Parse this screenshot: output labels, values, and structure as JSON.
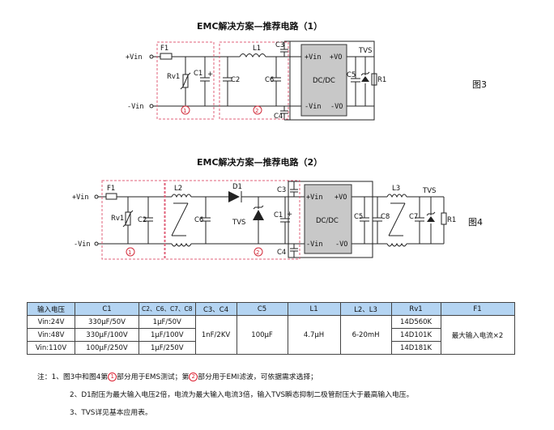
{
  "fig3": {
    "title": "EMC解决方案—推荐电路（1）",
    "label": "图3",
    "labels": {
      "vin_pos": "+Vin",
      "vin_neg": "-Vin",
      "f1": "F1",
      "rv1": "Rv1",
      "c1": "C1",
      "c2": "C2",
      "l1": "L1",
      "c3": "C3",
      "c6": "C6",
      "c4": "C4",
      "c5": "C5",
      "r1": "R1",
      "tvs": "TVS",
      "conv_vin_pos": "+Vin",
      "conv_vo_pos": "+VO",
      "conv_name": "DC/DC",
      "conv_vin_neg": "-Vin",
      "conv_vo_neg": "-VO",
      "plus": "+",
      "sec1": "1",
      "sec2": "2"
    }
  },
  "fig4": {
    "title": "EMC解决方案—推荐电路（2）",
    "label": "图4",
    "labels": {
      "vin_pos": "+Vin",
      "vin_neg": "-Vin",
      "f1": "F1",
      "rv1": "Rv1",
      "c2": "C2",
      "l2": "L2",
      "c6": "C6",
      "d1": "D1",
      "tvs": "TVS",
      "c1": "C1",
      "c3": "C3",
      "c4": "C4",
      "c5": "C5",
      "c8": "C8",
      "l3": "L3",
      "c7": "C7",
      "r1": "R1",
      "tvs2": "TVS",
      "conv_vin_pos": "+Vin",
      "conv_vo_pos": "+VO",
      "conv_name": "DC/DC",
      "conv_vin_neg": "-Vin",
      "conv_vo_neg": "-VO",
      "plus": "+",
      "sec1": "1",
      "sec2": "2"
    }
  },
  "table": {
    "headers": [
      "输入电压",
      "C1",
      "C2、C6、C7、C8",
      "C3、C4",
      "C5",
      "L1",
      "L2、L3",
      "Rv1",
      "F1"
    ],
    "rows": [
      [
        "Vin:24V",
        "330μF/50V",
        "1μF/50V",
        "",
        "",
        "",
        "",
        "14D560K",
        ""
      ],
      [
        "Vin:48V",
        "330μF/100V",
        "1μF/100V",
        "",
        "",
        "",
        "",
        "14D101K",
        ""
      ],
      [
        "Vin:110V",
        "100μF/250V",
        "1μF/250V",
        "",
        "",
        "",
        "",
        "14D181K",
        ""
      ]
    ],
    "merged": {
      "c3_c4": "1nF/2KV",
      "c5": "100μF",
      "l1": "4.7μH",
      "l2_l3": "6-20mH",
      "f1": "最大输入电流×2"
    }
  },
  "notes": {
    "line1_a": "注：1、图3中和图4第",
    "line1_b": "部分用于EMS测试；第",
    "line1_c": "部分用于EMI滤波，可依据需求选择；",
    "circle1": "1",
    "circle2": "2",
    "line2": "2、D1耐压为最大输入电压2倍，电流为最大输入电流3倍，输入TVS瞬态抑制二极管耐压大于最高输入电压。",
    "line3": "3、TVS详见基本应用表。"
  },
  "colors": {
    "dashed_box": "#e0607a",
    "section_number": "#d22b3a",
    "converter_fill": "#c8c8c8",
    "table_header": "#b4d4f2"
  }
}
